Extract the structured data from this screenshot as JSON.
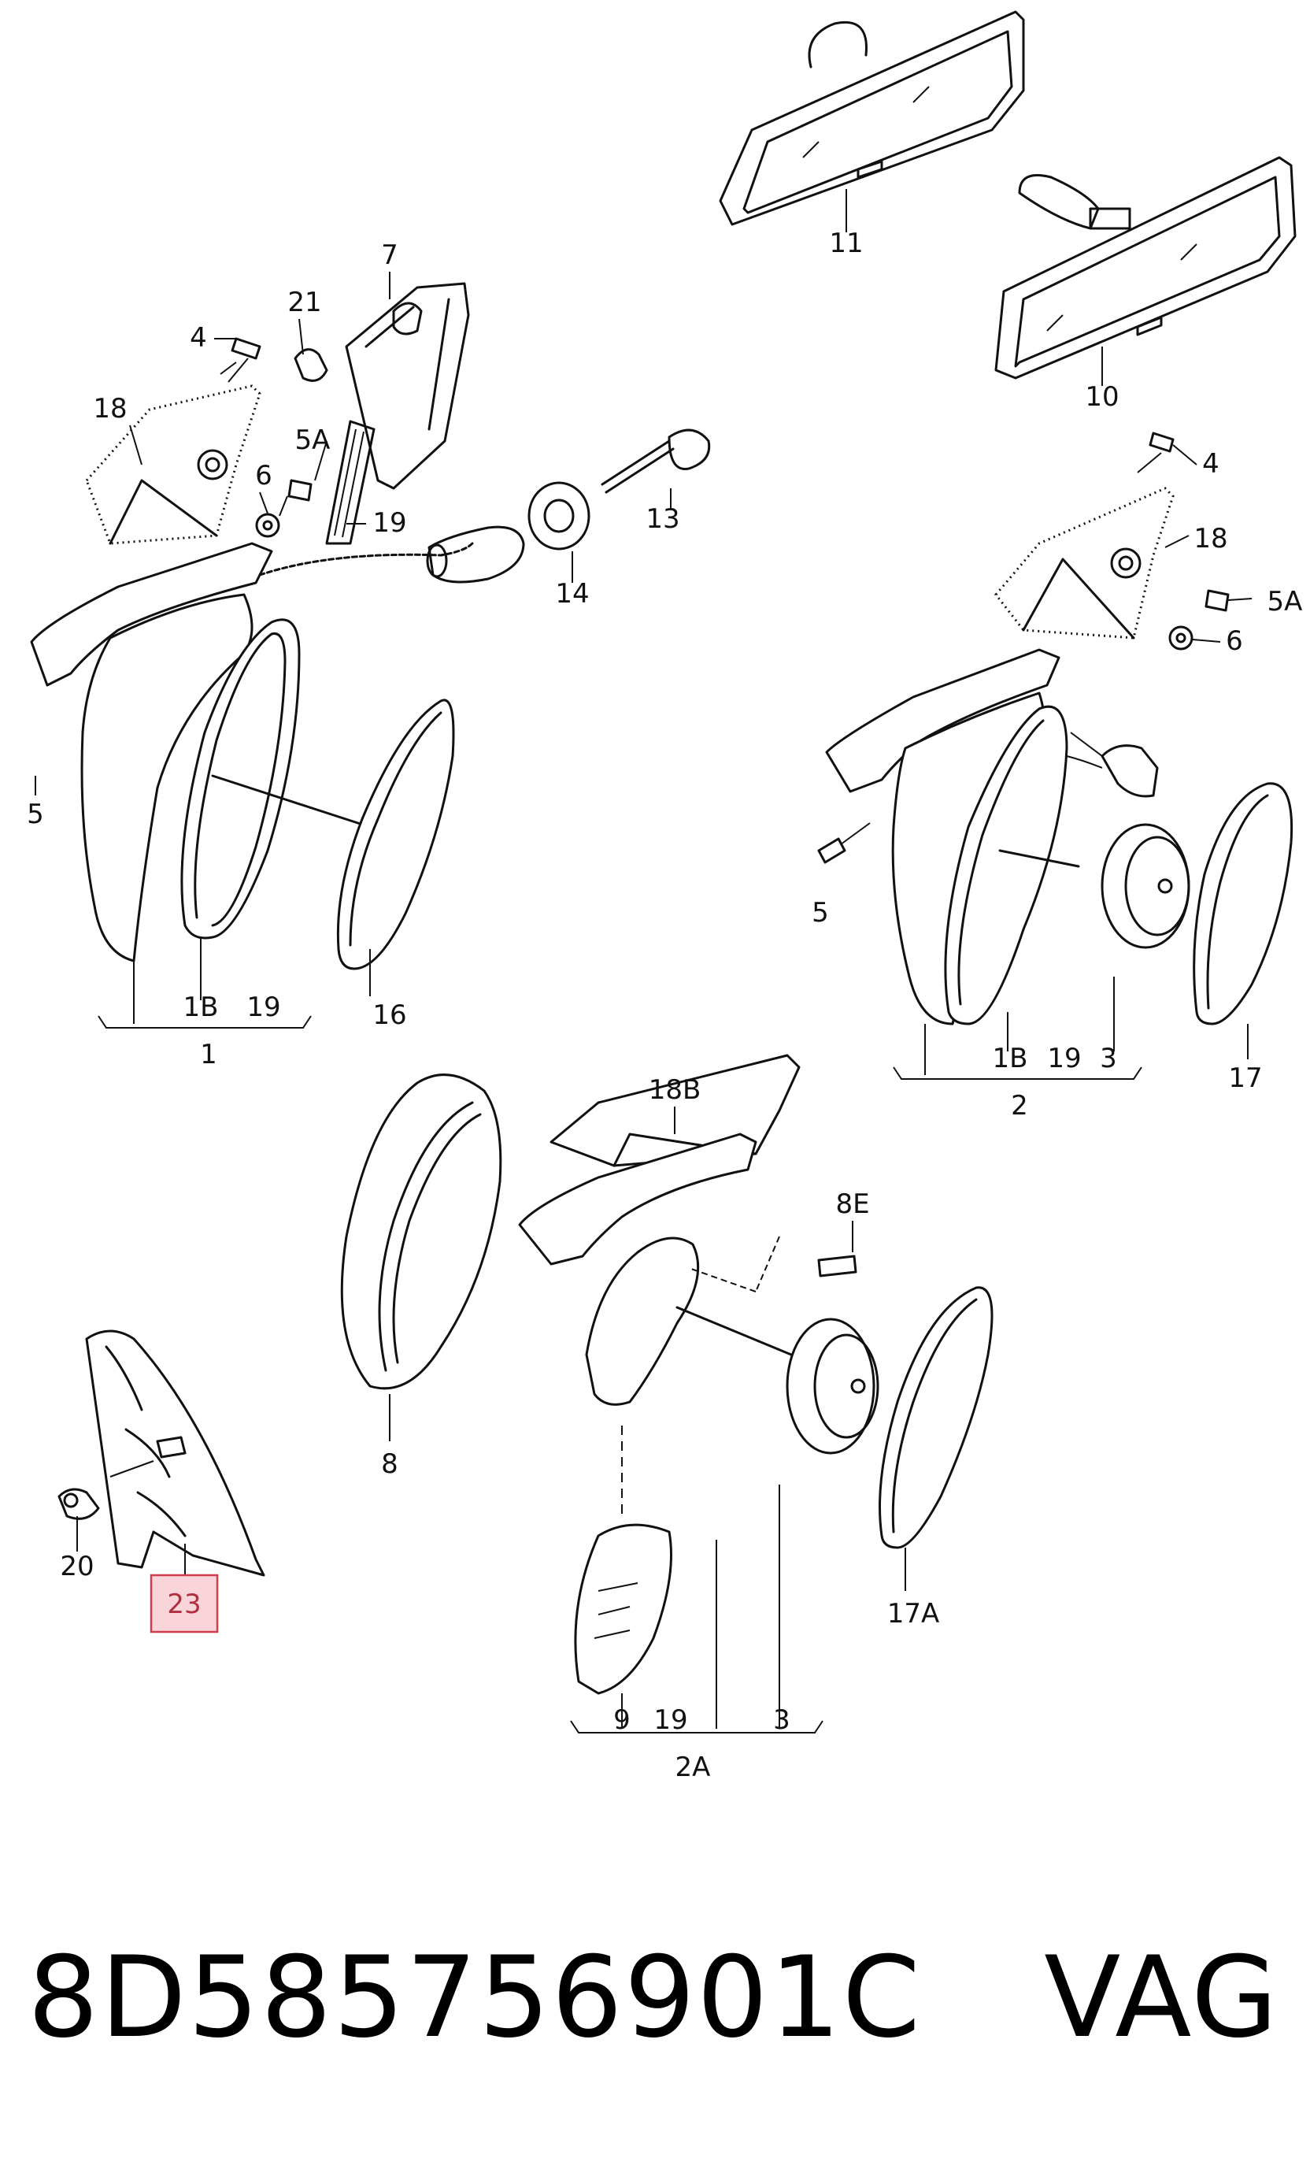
{
  "labels": {
    "l1": "1",
    "l1b": "1B",
    "l19a": "19",
    "l16": "16",
    "l2": "2",
    "l2b": "1B",
    "l19b": "19",
    "l3a": "3",
    "l17": "17",
    "l2a": "2A",
    "l9": "9",
    "l19c": "19",
    "l3b": "3",
    "l17a": "17A",
    "l4a": "4",
    "l4b": "4",
    "l5a": "5",
    "l5b": "5",
    "l5aa": "5A",
    "l5ab": "5A",
    "l6a": "6",
    "l6b": "6",
    "l7": "7",
    "l8": "8",
    "l8e": "8E",
    "l10": "10",
    "l11": "11",
    "l13": "13",
    "l14": "14",
    "l18a": "18",
    "l18b": "18",
    "l18bb": "18B",
    "l19d": "19",
    "l20": "20",
    "l21": "21"
  },
  "highlight": {
    "label": "23",
    "fill": "#f9d5d9",
    "border": "#d23c4b"
  },
  "footer": {
    "part_number": "8D585756901C",
    "brand": "VAG"
  }
}
